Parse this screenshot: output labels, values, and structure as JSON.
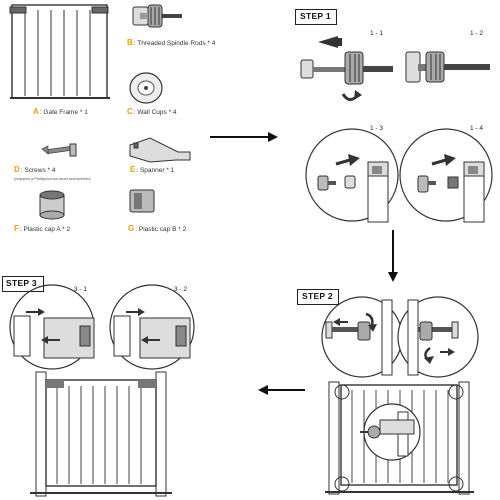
{
  "parts": {
    "A": {
      "letter": "A",
      "text": "Gate Frame * 1"
    },
    "B": {
      "letter": "B",
      "text": "Threaded Spindle Rods * 4"
    },
    "C": {
      "letter": "C",
      "text": "Wall Cups * 4"
    },
    "D": {
      "letter": "D",
      "text": "Screws * 4",
      "note": "(requires a Phillips/cross-head screwdriver)"
    },
    "E": {
      "letter": "E",
      "text": "Spanner * 1"
    },
    "F": {
      "letter": "F",
      "text": "Plastic cap A * 2"
    },
    "G": {
      "letter": "G",
      "text": "Plastic cap B * 2"
    }
  },
  "steps": {
    "step1": {
      "title": "STEP 1",
      "subs": [
        "1 - 1",
        "1 - 2",
        "1 - 3",
        "1 - 4"
      ]
    },
    "step2": {
      "title": "STEP 2"
    },
    "step3": {
      "title": "STEP 3",
      "subs": [
        "3 - 1",
        "3 - 2"
      ]
    }
  },
  "colors": {
    "accent": "#f0a000",
    "line": "#222222",
    "fill": "#bfbfbf"
  }
}
